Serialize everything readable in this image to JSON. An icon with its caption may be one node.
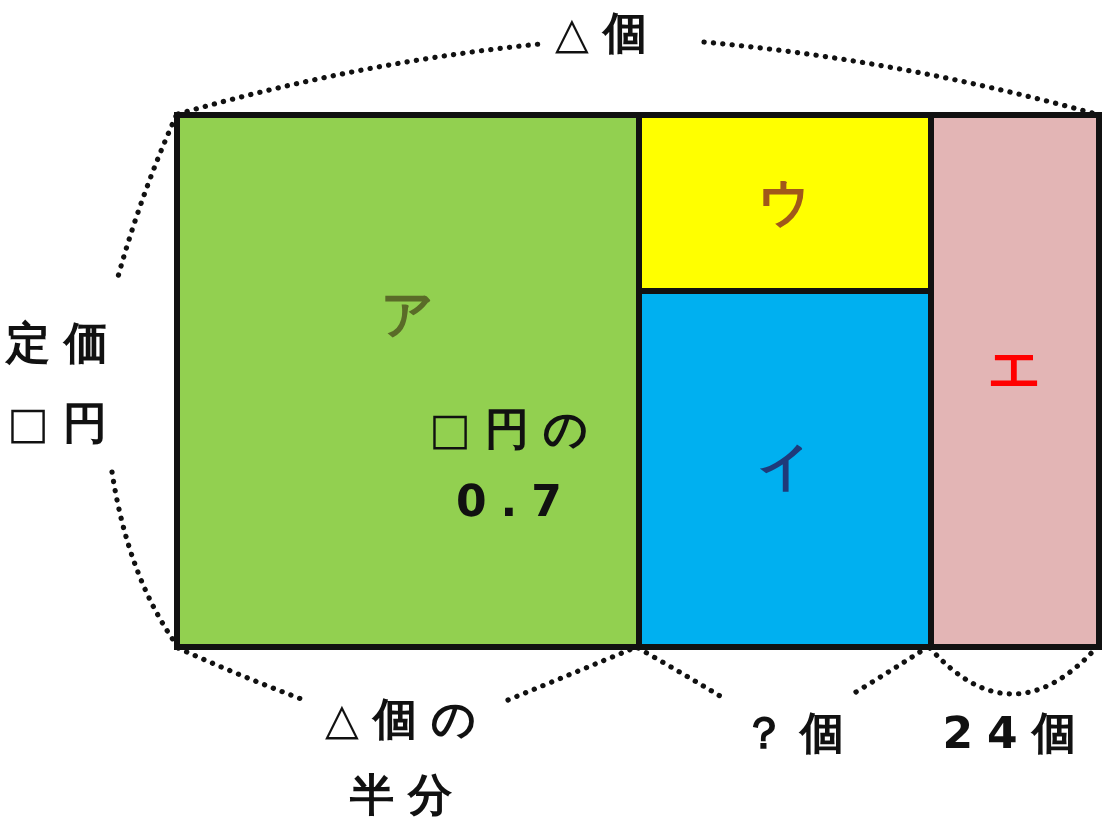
{
  "diagram": {
    "nodes": [
      {
        "text": [
          "ア"
        ]
      },
      {
        "text": [
          "ウ"
        ]
      },
      {
        "text": [
          "イ"
        ]
      },
      {
        "text": [
          "エ"
        ]
      }
    ],
    "labels": [
      "△個",
      "定価□円",
      "□円の0.7",
      "△個の半分",
      "？個",
      "24個"
    ]
  }
}
